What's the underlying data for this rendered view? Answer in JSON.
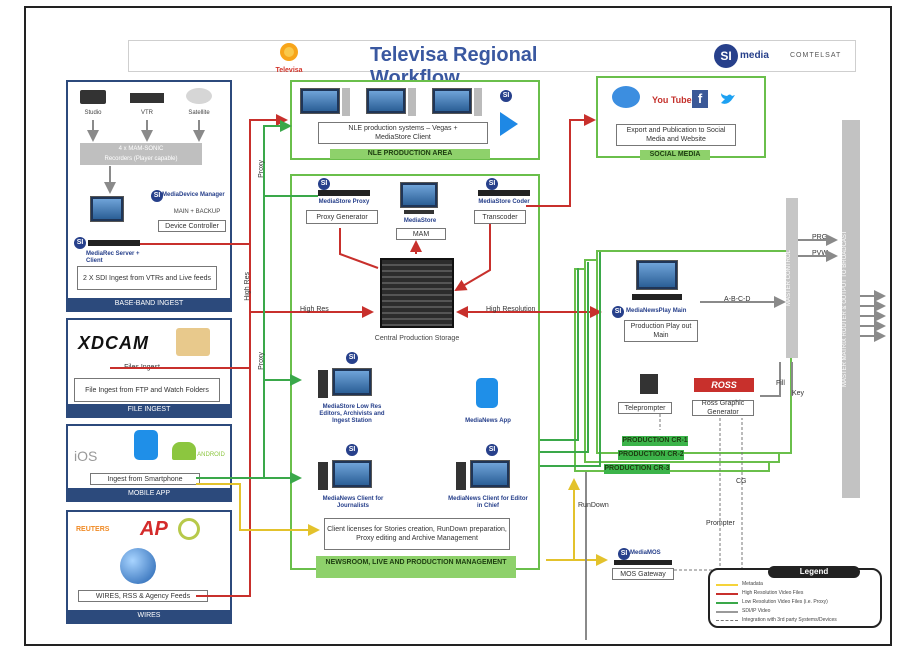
{
  "title": "Televisa Regional Workflow",
  "brand_left": "Televisa",
  "brand_si": "SI",
  "brand_media": "media",
  "brand_partner": "COMTELSAT",
  "baseband": {
    "label": "BASE-BAND INGEST",
    "sources": [
      "Studio",
      "VTR",
      "Satellite"
    ],
    "router_line1": "4 x MAM-SONIC",
    "router_line2": "Recorders (Player capable)",
    "device_manager": "MediaDevice Manager",
    "device_manager_sub": "MAIN + BACKUP",
    "device_controller": "Device Controller",
    "rec_server": "MediaRec Server + Client",
    "caption": "2 X SDI Ingest from VTRs and Live feeds"
  },
  "file_ingest": {
    "label": "FILE INGEST",
    "xdcam": "XDCAM",
    "files_ingest": "Files Ingest",
    "caption": "File Ingest from FTP and Watch Folders"
  },
  "mobile": {
    "label": "MOBILE APP",
    "ios": "iOS",
    "android": "ANDROID",
    "caption": "Ingest from Smartphone"
  },
  "wires": {
    "label": "WIRES",
    "reuters": "REUTERS",
    "ap": "AP",
    "caption": "WIRES, RSS & Agency Feeds"
  },
  "nle": {
    "label": "NLE PRODUCTION AREA",
    "caption_line1": "NLE production systems – Vegas +",
    "caption_line2": "MediaStore Client"
  },
  "social": {
    "label": "SOCIAL MEDIA",
    "youtube": "You Tube",
    "facebook": "f",
    "caption": "Export and Publication to Social Media and Website"
  },
  "central": {
    "proxy_gen_name": "MediaStore Proxy",
    "proxy_gen": "Proxy Generator",
    "mam_name": "MediaStore",
    "mam": "MAM",
    "coder_name": "MediaStore Coder",
    "transcoder": "Transcoder",
    "storage": "Central Production Storage",
    "edit_station": "MediaStore Low Res Editors, Archivists and Ingest Station",
    "news_app": "MediaNews App",
    "news_client": "MediaNews Client for Journalists",
    "news_client_editor": "MediaNews Client for Editor in Chief",
    "caption": "Client licenses for Stories creation, RunDown preparation, Proxy editing and Archive Management",
    "label": "NEWSROOM, LIVE AND PRODUCTION MANAGEMENT"
  },
  "production": {
    "play_name": "MediaNewsPlay Main",
    "play_caption": "Production Play out Main",
    "teleprompter": "Teleprompter",
    "ross": "ROSS",
    "ross_caption": "Ross Graphic Generator",
    "labels": [
      "PRODUCTION CR-1",
      "PRODUCTION CR-2",
      "PRODUCTION CR-3"
    ],
    "mos_name": "MediaMOS",
    "mos": "MOS Gateway"
  },
  "master": {
    "control": "MASTER CONTROL",
    "out_bar": "MASTER MATRIX ROUTER & OUTPUT TO BROADCAST",
    "prg": "PRG",
    "pvw": "PVW"
  },
  "arrows": {
    "proxy_top": "Proxy",
    "high_res_vertical": "High Res",
    "high_res": "High Res",
    "high_resolution": "High Resolution",
    "proxy_lower": "Proxy",
    "abcd": "A-B-C-D",
    "fill": "Fill",
    "key": "Key",
    "cg": "CG",
    "rundown": "RunDown",
    "prompter": "Prompter"
  },
  "legend": {
    "title": "Legend",
    "items": [
      {
        "label": "Metadata",
        "color": "#f5d33a"
      },
      {
        "label": "High Resolution Video Files",
        "color": "#c8302c"
      },
      {
        "label": "Low Resolution Video Files (i.e. Proxy)",
        "color": "#3aa84a"
      },
      {
        "label": "SDI/IP Video",
        "color": "#9a9a9a"
      },
      {
        "label": "Integration with 3rd party Systems/Devices",
        "color": "#777777"
      }
    ]
  }
}
